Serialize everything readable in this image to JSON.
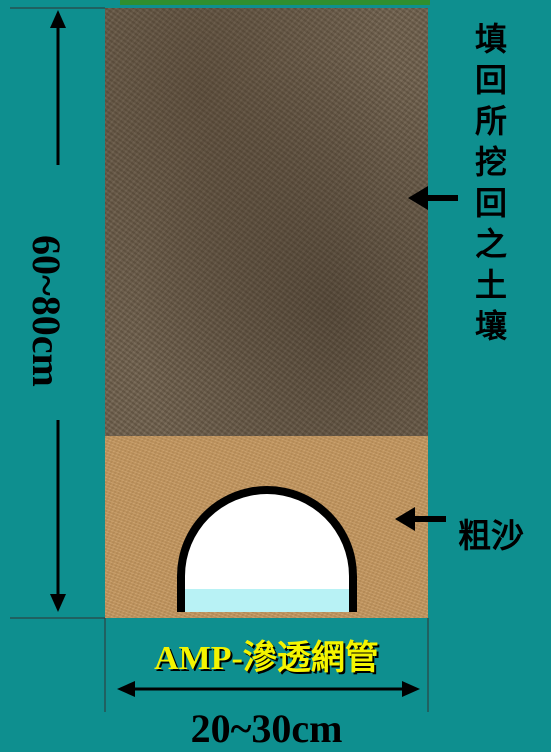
{
  "diagram": {
    "depth_label": "60~80cm",
    "soil_label": "填回所挖回之土壤",
    "sand_label": "粗沙",
    "pipe_label": "AMP-滲透網管",
    "width_label": "20~30cm",
    "colors": {
      "background": "#0e8f8f",
      "soil": "#6e5f4b",
      "sand": "#c79a62",
      "pipe_fill": "#ffffff",
      "water": "#b8f2f5",
      "pipe_label": "#f4f400"
    }
  }
}
